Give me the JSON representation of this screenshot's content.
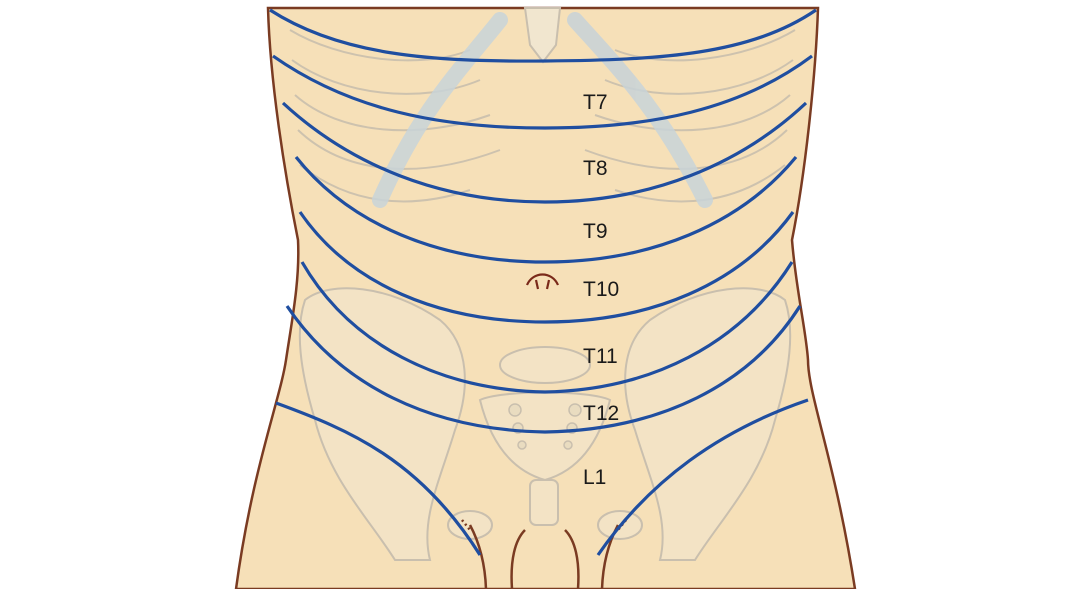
{
  "diagram": {
    "subject": "anterior torso dermatomes",
    "colors": {
      "skin": "#f6e0b8",
      "skin_outline": "#7a3b22",
      "bone": "#f1e6cf",
      "bone_outline": "#c9bfae",
      "cartilage": "#c8d3d8",
      "dermatome_line": "#1f4ea0",
      "label": "#1a1a1a",
      "umbilicus": "#7a2a1a"
    },
    "icons": [
      "umbilicus-icon"
    ],
    "labels": {
      "t7": "T7",
      "t8": "T8",
      "t9": "T9",
      "t10": "T10",
      "t11": "T11",
      "t12": "T12",
      "l1": "L1"
    }
  }
}
